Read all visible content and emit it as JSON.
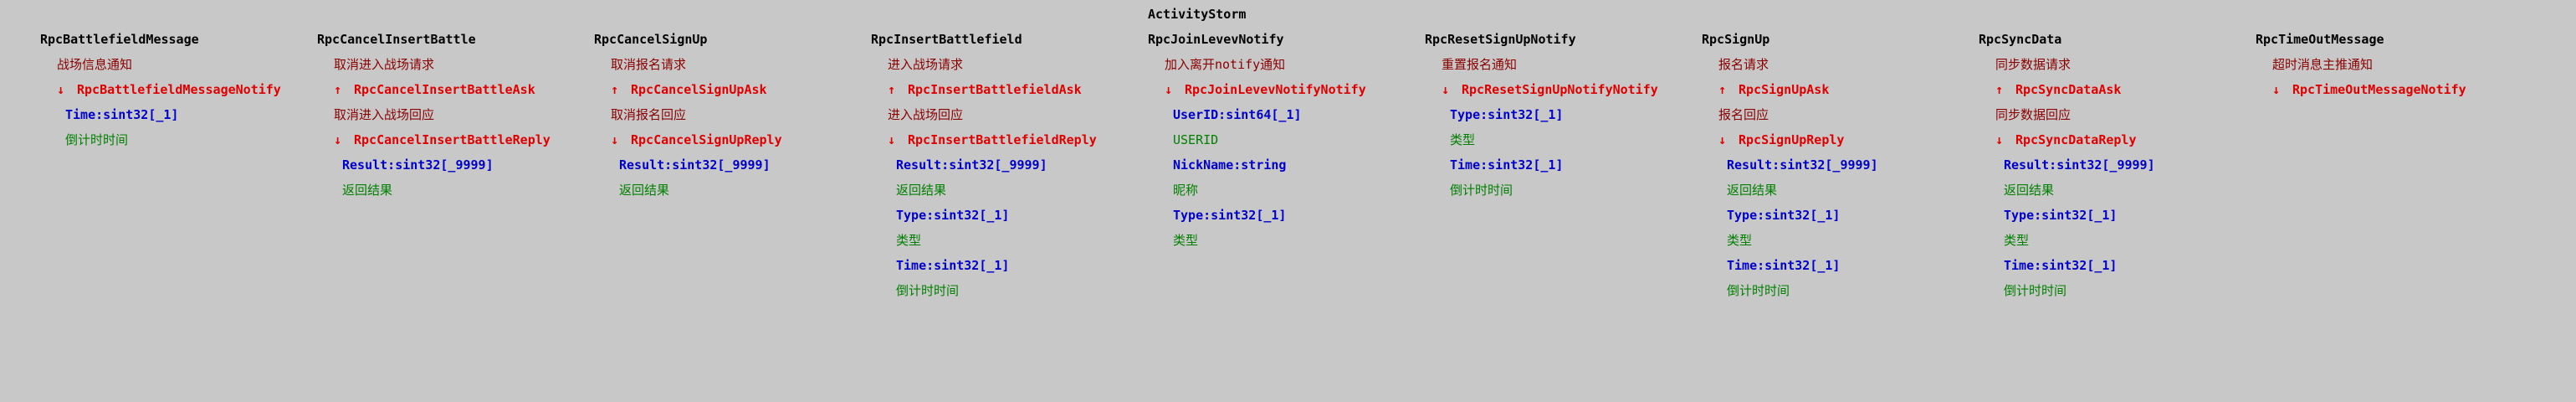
{
  "title": "ActivityStorm",
  "columns": [
    {
      "name": "RpcBattlefieldMessage",
      "items": [
        {
          "t": "desc",
          "text": "战场信息通知"
        },
        {
          "t": "msg",
          "dir": "down",
          "arrow": "↓",
          "text": "RpcBattlefieldMessageNotify"
        },
        {
          "t": "field",
          "text": "Time:sint32[_1]"
        },
        {
          "t": "fdesc",
          "text": "倒计时时间"
        }
      ]
    },
    {
      "name": "RpcCancelInsertBattle",
      "items": [
        {
          "t": "desc",
          "text": "取消进入战场请求"
        },
        {
          "t": "msg",
          "dir": "up",
          "arrow": "↑",
          "text": "RpcCancelInsertBattleAsk"
        },
        {
          "t": "desc",
          "text": "取消进入战场回应"
        },
        {
          "t": "msg",
          "dir": "down",
          "arrow": "↓",
          "text": "RpcCancelInsertBattleReply"
        },
        {
          "t": "field",
          "text": "Result:sint32[_9999]"
        },
        {
          "t": "fdesc",
          "text": "返回结果"
        }
      ]
    },
    {
      "name": "RpcCancelSignUp",
      "items": [
        {
          "t": "desc",
          "text": "取消报名请求"
        },
        {
          "t": "msg",
          "dir": "up",
          "arrow": "↑",
          "text": "RpcCancelSignUpAsk"
        },
        {
          "t": "desc",
          "text": "取消报名回应"
        },
        {
          "t": "msg",
          "dir": "down",
          "arrow": "↓",
          "text": "RpcCancelSignUpReply"
        },
        {
          "t": "field",
          "text": "Result:sint32[_9999]"
        },
        {
          "t": "fdesc",
          "text": "返回结果"
        }
      ]
    },
    {
      "name": "RpcInsertBattlefield",
      "items": [
        {
          "t": "desc",
          "text": "进入战场请求"
        },
        {
          "t": "msg",
          "dir": "up",
          "arrow": "↑",
          "text": "RpcInsertBattlefieldAsk"
        },
        {
          "t": "desc",
          "text": "进入战场回应"
        },
        {
          "t": "msg",
          "dir": "down",
          "arrow": "↓",
          "text": "RpcInsertBattlefieldReply"
        },
        {
          "t": "field",
          "text": "Result:sint32[_9999]"
        },
        {
          "t": "fdesc",
          "text": "返回结果"
        },
        {
          "t": "field",
          "text": "Type:sint32[_1]"
        },
        {
          "t": "fdesc",
          "text": "类型"
        },
        {
          "t": "field",
          "text": "Time:sint32[_1]"
        },
        {
          "t": "fdesc",
          "text": "倒计时时间"
        }
      ]
    },
    {
      "name": "RpcJoinLevevNotify",
      "items": [
        {
          "t": "desc",
          "text": "加入离开notify通知"
        },
        {
          "t": "msg",
          "dir": "down",
          "arrow": "↓",
          "text": "RpcJoinLevevNotifyNotify"
        },
        {
          "t": "field",
          "text": "UserID:sint64[_1]"
        },
        {
          "t": "fdesc",
          "text": "USERID"
        },
        {
          "t": "field",
          "text": "NickName:string"
        },
        {
          "t": "fdesc",
          "text": "昵称"
        },
        {
          "t": "field",
          "text": "Type:sint32[_1]"
        },
        {
          "t": "fdesc",
          "text": "类型"
        }
      ]
    },
    {
      "name": "RpcResetSignUpNotify",
      "items": [
        {
          "t": "desc",
          "text": "重置报名通知"
        },
        {
          "t": "msg",
          "dir": "down",
          "arrow": "↓",
          "text": "RpcResetSignUpNotifyNotify"
        },
        {
          "t": "field",
          "text": "Type:sint32[_1]"
        },
        {
          "t": "fdesc",
          "text": "类型"
        },
        {
          "t": "field",
          "text": "Time:sint32[_1]"
        },
        {
          "t": "fdesc",
          "text": "倒计时时间"
        }
      ]
    },
    {
      "name": "RpcSignUp",
      "items": [
        {
          "t": "desc",
          "text": "报名请求"
        },
        {
          "t": "msg",
          "dir": "up",
          "arrow": "↑",
          "text": "RpcSignUpAsk"
        },
        {
          "t": "desc",
          "text": "报名回应"
        },
        {
          "t": "msg",
          "dir": "down",
          "arrow": "↓",
          "text": "RpcSignUpReply"
        },
        {
          "t": "field",
          "text": "Result:sint32[_9999]"
        },
        {
          "t": "fdesc",
          "text": "返回结果"
        },
        {
          "t": "field",
          "text": "Type:sint32[_1]"
        },
        {
          "t": "fdesc",
          "text": "类型"
        },
        {
          "t": "field",
          "text": "Time:sint32[_1]"
        },
        {
          "t": "fdesc",
          "text": "倒计时时间"
        }
      ]
    },
    {
      "name": "RpcSyncData",
      "items": [
        {
          "t": "desc",
          "text": "同步数据请求"
        },
        {
          "t": "msg",
          "dir": "up",
          "arrow": "↑",
          "text": "RpcSyncDataAsk"
        },
        {
          "t": "desc",
          "text": "同步数据回应"
        },
        {
          "t": "msg",
          "dir": "down",
          "arrow": "↓",
          "text": "RpcSyncDataReply"
        },
        {
          "t": "field",
          "text": "Result:sint32[_9999]"
        },
        {
          "t": "fdesc",
          "text": "返回结果"
        },
        {
          "t": "field",
          "text": "Type:sint32[_1]"
        },
        {
          "t": "fdesc",
          "text": "类型"
        },
        {
          "t": "field",
          "text": "Time:sint32[_1]"
        },
        {
          "t": "fdesc",
          "text": "倒计时时间"
        }
      ]
    },
    {
      "name": "RpcTimeOutMessage",
      "items": [
        {
          "t": "desc",
          "text": "超时消息主推通知"
        },
        {
          "t": "msg",
          "dir": "down",
          "arrow": "↓",
          "text": "RpcTimeOutMessageNotify"
        }
      ]
    }
  ]
}
